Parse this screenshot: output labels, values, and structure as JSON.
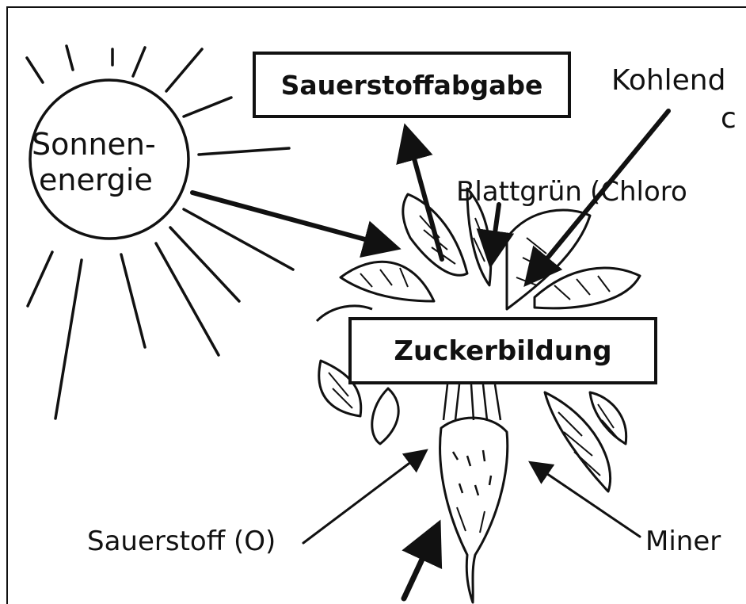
{
  "sun": {
    "line1": "Sonnen-",
    "line2": "energie"
  },
  "boxes": {
    "oxygen_release": "Sauerstoffabgabe",
    "sugar_formation": "Zuckerbildung"
  },
  "labels": {
    "carbon_dioxide": "Kohlend",
    "carbon_dioxide_fragment": "c",
    "chlorophyll_1": "Blattgrün",
    "chlorophyll_2": "(Chloro",
    "oxygen": "Sauerstoff (O)",
    "minerals": "Miner"
  },
  "colors": {
    "ink": "#111111",
    "paper": "#ffffff"
  }
}
